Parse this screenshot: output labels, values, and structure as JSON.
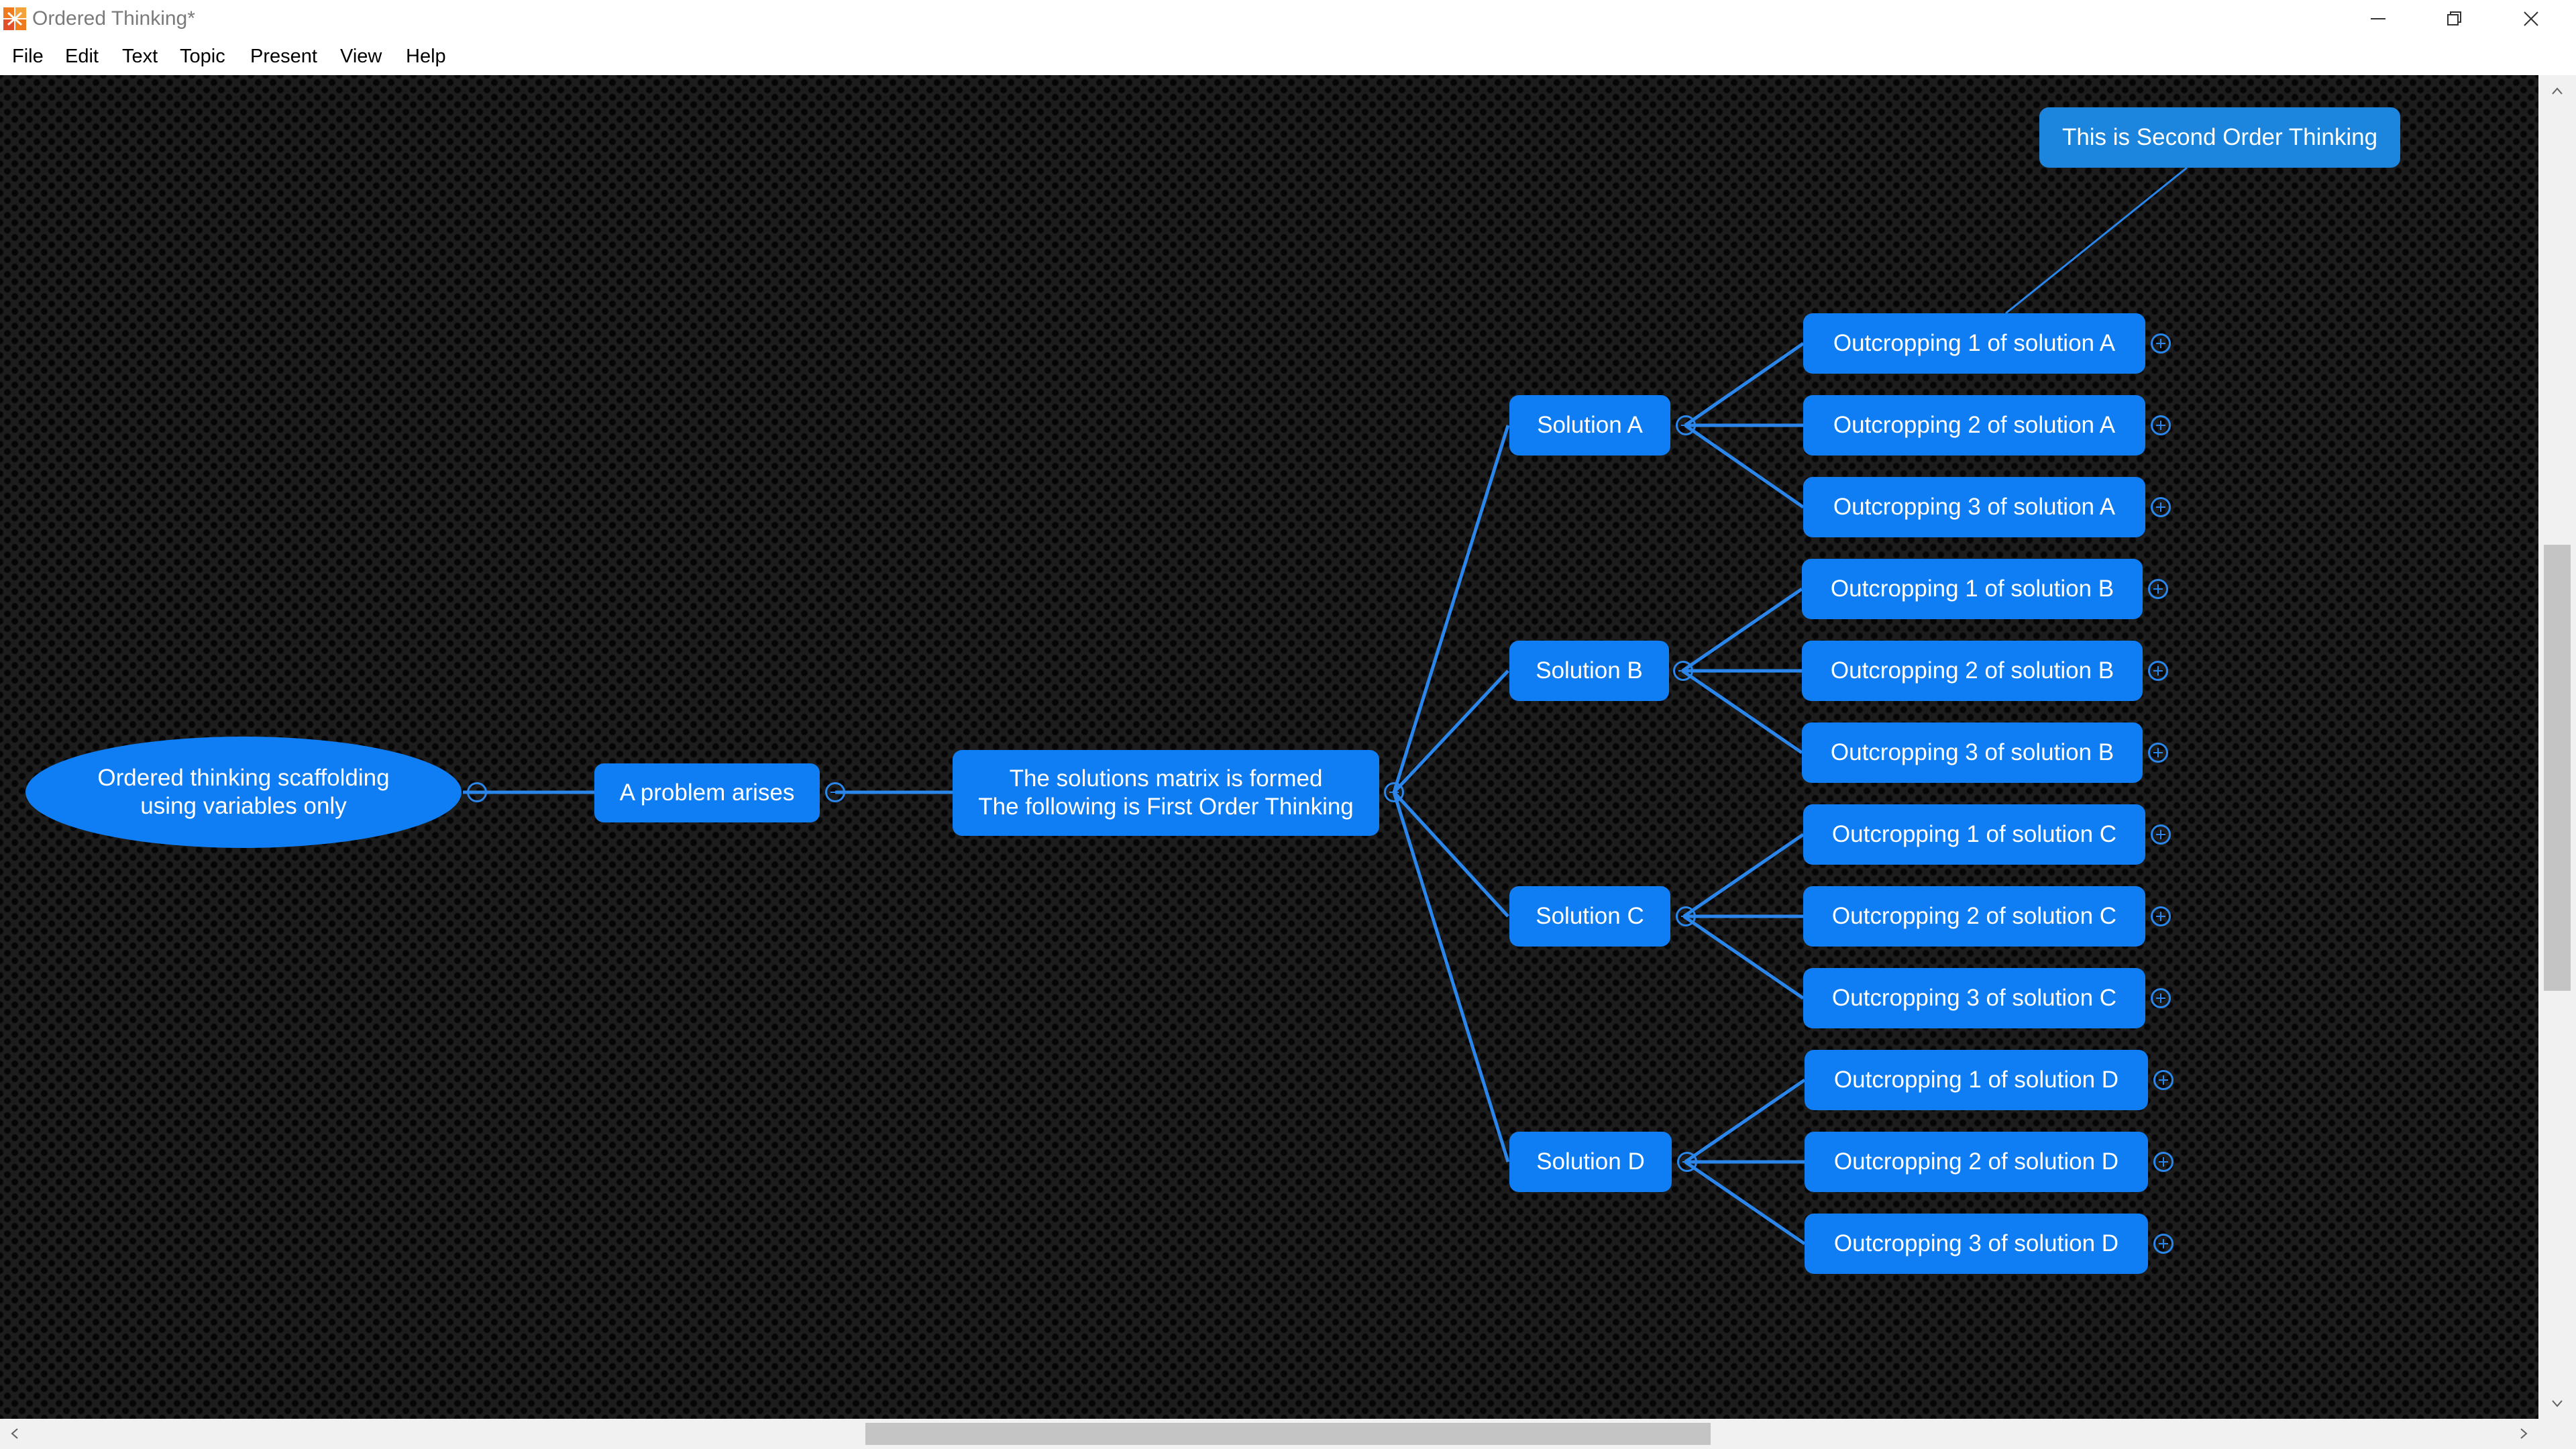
{
  "window": {
    "title": "Ordered Thinking*",
    "icon": "xmind-app-icon",
    "controls": [
      "minimize-icon",
      "restore-icon",
      "close-icon"
    ]
  },
  "menu": {
    "items": [
      "File",
      "Edit",
      "Text",
      "Topic",
      "Present",
      "View",
      "Help"
    ]
  },
  "colors": {
    "topic_fill": "#0f7ef5",
    "floating_topic_fill": "#1c86de",
    "connector": "#2a86ea",
    "canvas_background": "#1d1d1d"
  },
  "mindmap": {
    "central": {
      "line1": "Ordered thinking scaffolding",
      "line2": "using variables only"
    },
    "problem": "A problem arises",
    "matrix": {
      "line1": "The solutions matrix is formed",
      "line2": "The following is First Order Thinking"
    },
    "second_order": "This is Second Order Thinking",
    "solutions": [
      {
        "label": "Solution A",
        "outcroppings": [
          "Outcropping 1 of solution A",
          "Outcropping 2 of solution A",
          "Outcropping 3 of solution A"
        ]
      },
      {
        "label": "Solution B",
        "outcroppings": [
          "Outcropping 1 of solution B",
          "Outcropping 2 of solution B",
          "Outcropping 3 of solution B"
        ]
      },
      {
        "label": "Solution C",
        "outcroppings": [
          "Outcropping 1 of solution C",
          "Outcropping 2 of solution C",
          "Outcropping 3 of solution C"
        ]
      },
      {
        "label": "Solution D",
        "outcroppings": [
          "Outcropping 1 of solution D",
          "Outcropping 2 of solution D",
          "Outcropping 3 of solution D"
        ]
      }
    ]
  }
}
